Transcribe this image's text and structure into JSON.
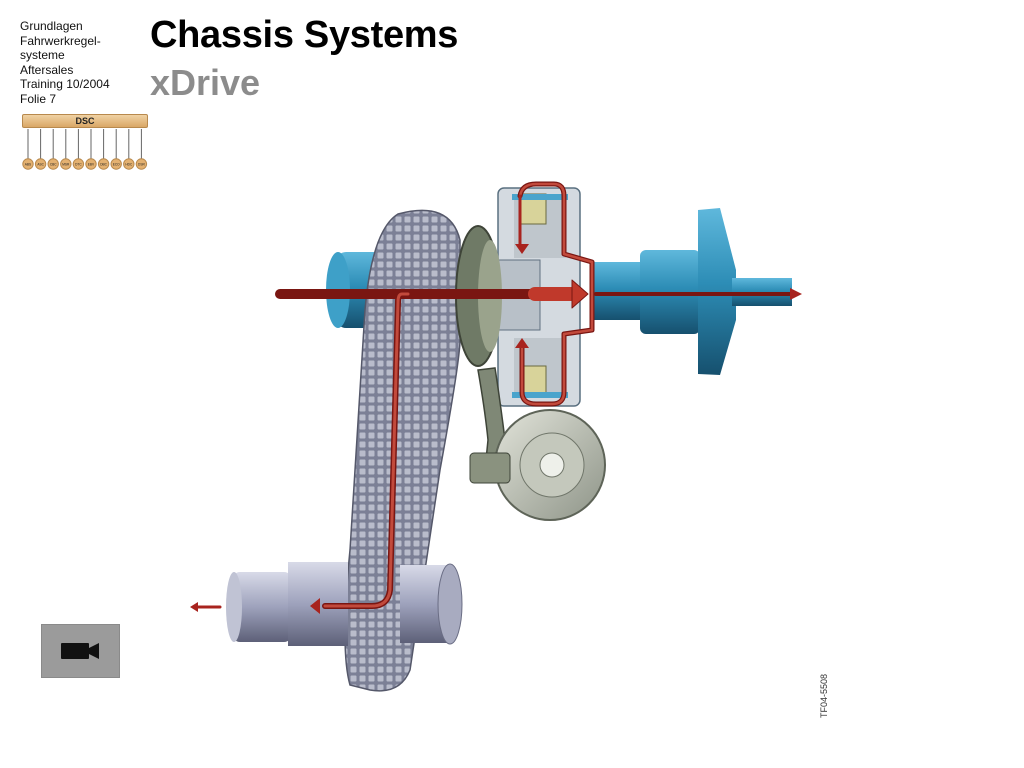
{
  "meta": {
    "lines": [
      "Grundlagen",
      "Fahrwerkregel-",
      "systeme",
      "Aftersales",
      "Training 10/2004",
      "Folie 7"
    ]
  },
  "title": "Chassis Systems",
  "subtitle": "xDrive",
  "dsc": {
    "label": "DSC",
    "nodes": [
      "ABS",
      "ASC",
      "CBC",
      "MSR",
      "DTC",
      "EBV",
      "DBC",
      "ECO",
      "HDC",
      "DSR"
    ]
  },
  "video_button": {
    "icon": "video-camera-icon"
  },
  "figure_ref": "TF04-5508",
  "colors": {
    "shaft_blue": "#2f8fb4",
    "belt_gray": "#8a8ea0",
    "flow_red": "#a8231e",
    "rear_shaft": "#9ca0b8",
    "title_gray": "#8c8c8c"
  }
}
